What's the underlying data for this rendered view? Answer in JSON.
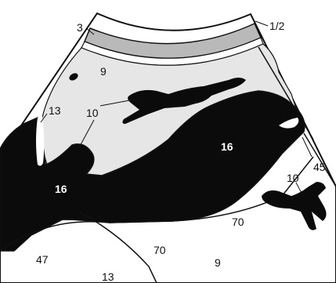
{
  "labels": {
    "l3": "3",
    "l12": "1/2",
    "l9_top": "9",
    "l13_left": "13",
    "l10_center": "10",
    "l16_right": "16",
    "l16_left": "16",
    "l45": "45",
    "l10_right": "10",
    "l70_right": "70",
    "l70_bottom": "70",
    "l47": "47",
    "l9_bottom": "9",
    "l13_bottom": "13"
  },
  "colors": {
    "outline": "#111111",
    "band_gray": "#b9b9b9",
    "parenchyma_light": "#e6e6e6",
    "vessel_black": "#0b0b0b",
    "background": "#ffffff"
  }
}
